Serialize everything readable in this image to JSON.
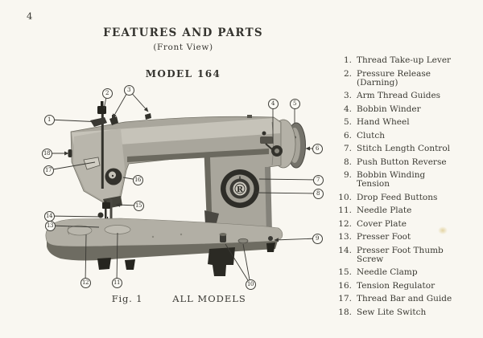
{
  "page": {
    "number": "4"
  },
  "header": {
    "title": "FEATURES AND PARTS",
    "subtitle": "(Front View)",
    "model": "MODEL 164"
  },
  "figure": {
    "caption": "Fig. 1",
    "note": "ALL MODELS",
    "dial_letter": "R"
  },
  "parts_list": [
    {
      "n": "1.",
      "label": "Thread Take-up Lever"
    },
    {
      "n": "2.",
      "label": "Pressure Release (Darning)"
    },
    {
      "n": "3.",
      "label": "Arm Thread Guides"
    },
    {
      "n": "4.",
      "label": "Bobbin Winder"
    },
    {
      "n": "5.",
      "label": "Hand Wheel"
    },
    {
      "n": "6.",
      "label": "Clutch"
    },
    {
      "n": "7.",
      "label": "Stitch Length Control"
    },
    {
      "n": "8.",
      "label": "Push Button Reverse"
    },
    {
      "n": "9.",
      "label": "Bobbin Winding Tension"
    },
    {
      "n": "10.",
      "label": "Drop Feed Buttons"
    },
    {
      "n": "11.",
      "label": "Needle Plate"
    },
    {
      "n": "12.",
      "label": "Cover Plate"
    },
    {
      "n": "13.",
      "label": "Presser Foot"
    },
    {
      "n": "14.",
      "label": "Presser Foot Thumb Screw"
    },
    {
      "n": "15.",
      "label": "Needle Clamp"
    },
    {
      "n": "16.",
      "label": "Tension Regulator"
    },
    {
      "n": "17.",
      "label": "Thread Bar and Guide"
    },
    {
      "n": "18.",
      "label": "Sew Lite Switch"
    }
  ],
  "callouts": [
    "1",
    "2",
    "3",
    "4",
    "5",
    "6",
    "7",
    "8",
    "9",
    "10",
    "11",
    "12",
    "13",
    "14",
    "15",
    "16",
    "17",
    "18"
  ],
  "colors": {
    "page_bg": "#f9f7f1",
    "ink": "#3a3934",
    "machine_light": "#c6c3b9",
    "machine_mid": "#a9a69c",
    "machine_dark": "#55534b"
  }
}
